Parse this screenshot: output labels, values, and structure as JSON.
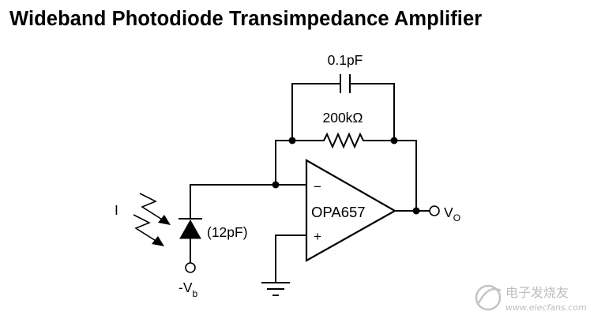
{
  "title": "Wideband Photodiode Transimpedance Amplifier",
  "components": {
    "capacitor_label": "0.1pF",
    "resistor_label": "200kΩ",
    "opamp_label": "OPA657",
    "opamp_inverting": "−",
    "opamp_noninverting": "+",
    "photodiode_cap_label": "(12pF)",
    "current_label": "I"
  },
  "terminals": {
    "output_main": "V",
    "output_sub": "O",
    "bias_main": "-V",
    "bias_sub": "b"
  },
  "watermark": {
    "cn": "电子发烧友",
    "url": "www.elecfans.com"
  }
}
